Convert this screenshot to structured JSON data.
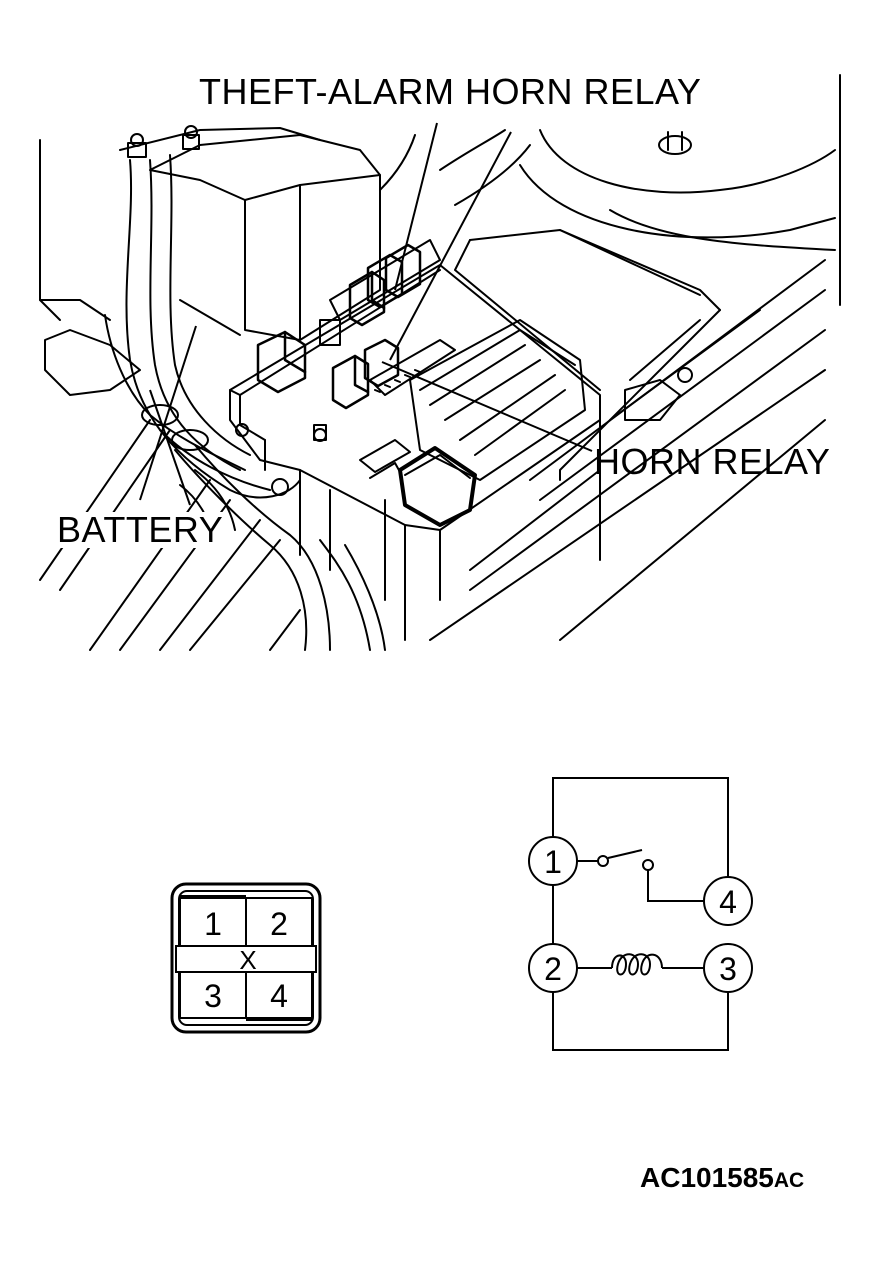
{
  "labels": {
    "theft_alarm_horn_relay": "THEFT-ALARM HORN RELAY",
    "horn_relay": "HORN RELAY",
    "battery": "BATTERY"
  },
  "connector": {
    "pins": [
      "1",
      "2",
      "3",
      "4"
    ],
    "center_mark": "X"
  },
  "circuit": {
    "terminals": [
      "1",
      "2",
      "3",
      "4"
    ]
  },
  "figure_code": {
    "main": "AC101585",
    "suffix": "AC"
  }
}
